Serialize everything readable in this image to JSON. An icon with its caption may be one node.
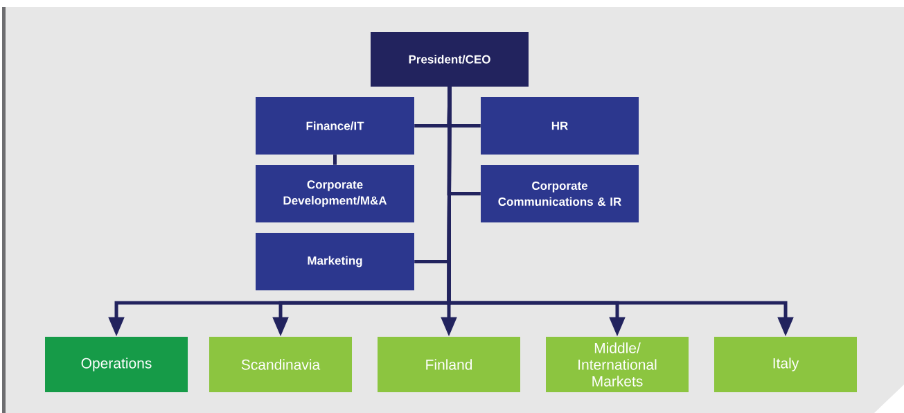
{
  "diagram": {
    "nodes": [
      {
        "text": [
          "President/CEO"
        ]
      },
      {
        "text": [
          "Finance/IT"
        ]
      },
      {
        "text": [
          "HR"
        ]
      },
      {
        "text": [
          "Corporate Development/M&A"
        ]
      },
      {
        "text": [
          "Corporate Communications & IR"
        ]
      },
      {
        "text": [
          "Marketing"
        ]
      },
      {
        "text": [
          "Operations"
        ]
      },
      {
        "text": [
          "Scandinavia"
        ]
      },
      {
        "text": [
          "Finland"
        ]
      },
      {
        "text": [
          "Middle/ International Markets"
        ]
      },
      {
        "text": [
          "Italy"
        ]
      }
    ],
    "edges": [
      {
        "from": 0,
        "to": 1,
        "arrow": "none"
      },
      {
        "from": 0,
        "to": 2,
        "arrow": "none"
      },
      {
        "from": 1,
        "to": 3,
        "arrow": "none"
      },
      {
        "from": 0,
        "to": 4,
        "arrow": "none"
      },
      {
        "from": 0,
        "to": 5,
        "arrow": "none"
      },
      {
        "from": 0,
        "to": 6,
        "arrow": "to"
      },
      {
        "from": 0,
        "to": 7,
        "arrow": "to"
      },
      {
        "from": 0,
        "to": 8,
        "arrow": "to"
      },
      {
        "from": 0,
        "to": 9,
        "arrow": "to"
      },
      {
        "from": 0,
        "to": 10,
        "arrow": "to"
      }
    ]
  }
}
